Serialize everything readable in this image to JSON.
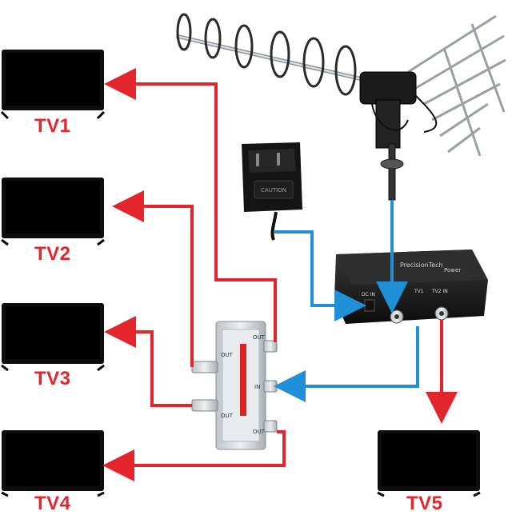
{
  "colors": {
    "red_line": "#e3262b",
    "blue_line": "#1f8fd6",
    "tv_body": "#0d0d0d",
    "label": "#e3262b"
  },
  "tvs": [
    {
      "label": "TV1"
    },
    {
      "label": "TV2"
    },
    {
      "label": "TV3"
    },
    {
      "label": "TV4"
    },
    {
      "label": "TV5"
    }
  ],
  "splitter": {
    "ports": [
      "OUT",
      "OUT",
      "IN",
      "OUT",
      "OUT"
    ]
  },
  "adapter": {
    "text": "CAUTION"
  },
  "box": {
    "ports": [
      "DC IN",
      "TV1",
      "TV2 IN"
    ],
    "label": "Power"
  },
  "icons": [
    "antenna-icon",
    "power-adapter-icon",
    "amplifier-box-icon",
    "splitter-icon",
    "tv-icon"
  ]
}
